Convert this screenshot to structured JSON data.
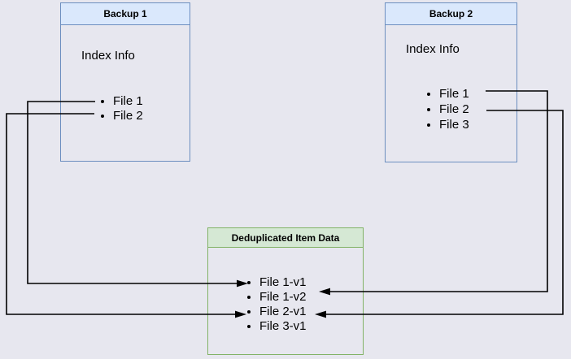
{
  "theme": {
    "bg": "#e7e7ef",
    "box-blue-fill": "#dae8fc",
    "box-blue-border": "#6c8ebf",
    "box-green-fill": "#d5e8d4",
    "box-green-border": "#82b366",
    "line-color": "#000000",
    "text-color": "#000000"
  },
  "backup1": {
    "title": "Backup 1",
    "index_label": "Index Info",
    "items": [
      "File 1",
      "File 2"
    ]
  },
  "backup2": {
    "title": "Backup 2",
    "index_label": "Index Info",
    "items": [
      "File 1",
      "File 2",
      "File 3"
    ]
  },
  "dedup": {
    "title": "Deduplicated Item Data",
    "items": [
      "File 1-v1",
      "File 1-v2",
      "File 2-v1",
      "File 3-v1"
    ]
  },
  "connections": [
    {
      "from": "Backup 1 / File 1",
      "to": "File 1-v1",
      "route": "left"
    },
    {
      "from": "Backup 1 / File 2",
      "to": "File 2-v1",
      "route": "left"
    },
    {
      "from": "Backup 2 / File 1",
      "to": "File 1-v2",
      "route": "right"
    },
    {
      "from": "Backup 2 / File 2",
      "to": "File 2-v1",
      "route": "right"
    }
  ]
}
